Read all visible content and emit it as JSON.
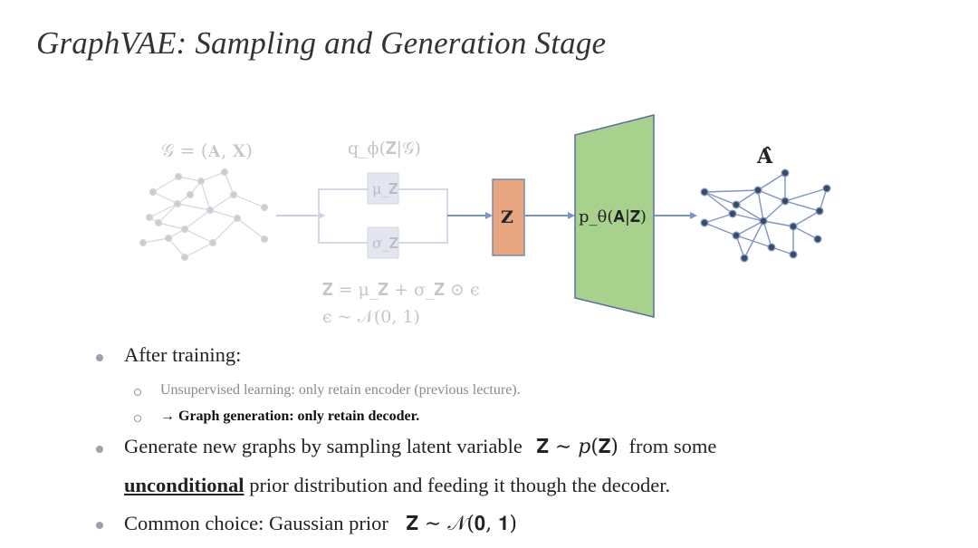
{
  "slide": {
    "title": "GraphVAE: Sampling and Generation Stage"
  },
  "diagram": {
    "input_graph_label": "𝒢 = (𝐀, 𝐗)",
    "encoder_label": "q_ϕ(𝐙|𝒢)",
    "mu_label": "μ_𝐙",
    "sigma_label": "σ_𝐙",
    "z_label": "𝐙",
    "decoder_label": "p_θ(𝐀|𝐙)",
    "output_label": "𝐀̂",
    "reparam_eq": "𝐙 = μ_𝐙 + σ_𝐙 ⊙ ϵ",
    "noise_eq": "ϵ ~ 𝒩(0, 1)",
    "colors": {
      "z_box": "#e6a57e",
      "decoder": "#a9d18e",
      "graph_nodes": "#3a4a63",
      "graph_edges": "#7f93c4",
      "faded": "#cfd2d8"
    }
  },
  "bullets": {
    "b1": "After training:",
    "sub1": "Unsupervised learning: only retain encoder (previous lecture).",
    "sub2_arrow": "→",
    "sub2": "Graph generation: only retain decoder.",
    "b2_part1": "Generate new graphs by sampling latent variable",
    "b2_math": "𝐙 ∼ 𝑝(𝐙)",
    "b2_part2": "from some",
    "b2_line2_u": "unconditional",
    "b2_line2_rest": "prior distribution and feeding it though the decoder.",
    "b3_part1": "Common choice: Gaussian prior",
    "b3_math": "𝐙 ∼ 𝒩(𝟎, 𝟏)"
  }
}
